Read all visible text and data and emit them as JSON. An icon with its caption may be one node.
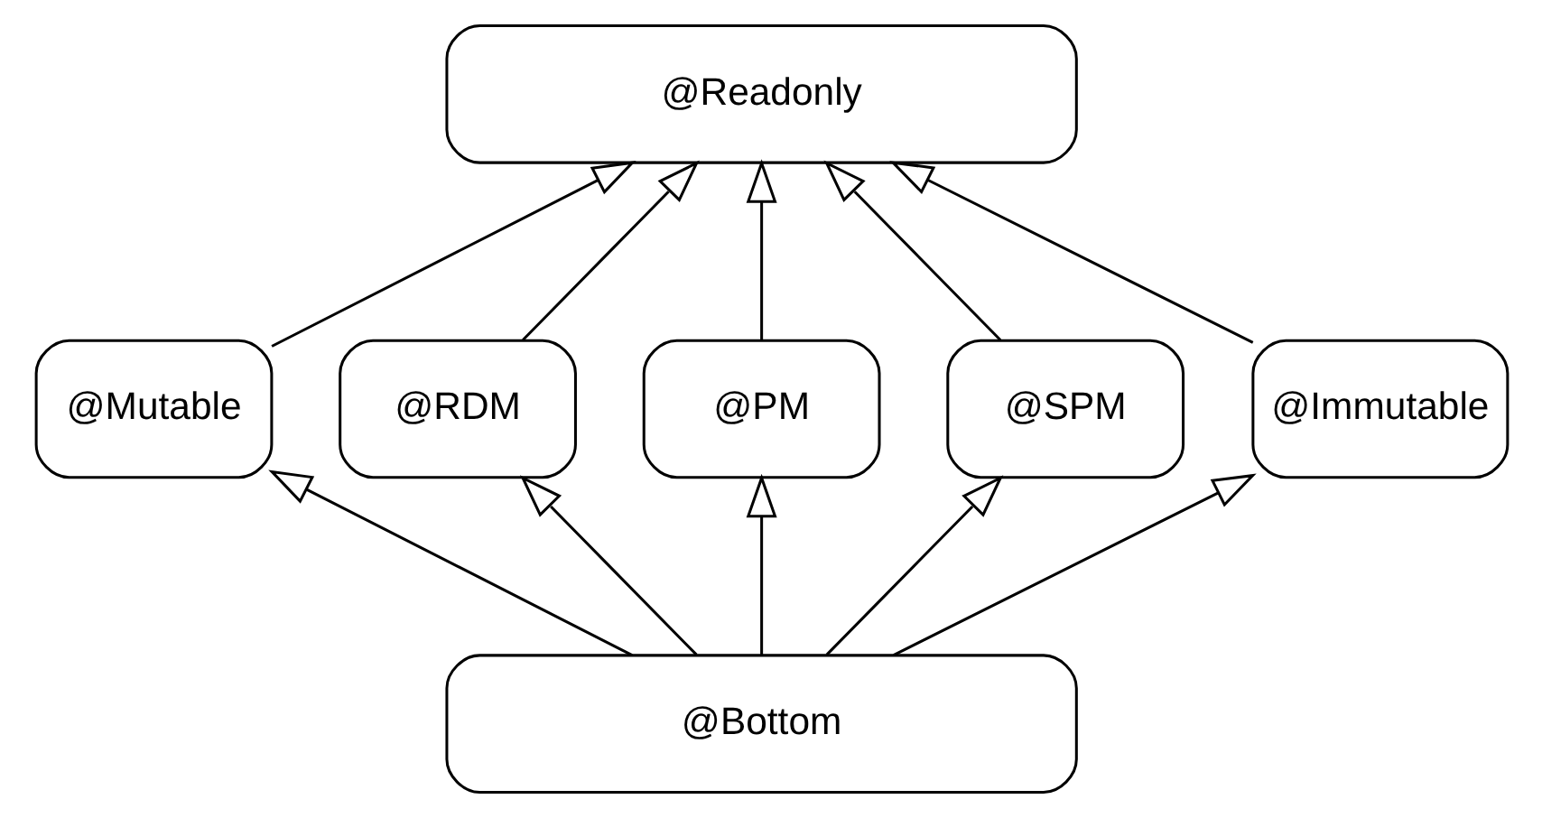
{
  "diagram": {
    "nodes": [
      {
        "text": [
          "@Readonly"
        ]
      },
      {
        "text": [
          "@Mutable"
        ]
      },
      {
        "text": [
          "@RDM"
        ]
      },
      {
        "text": [
          "@PM"
        ]
      },
      {
        "text": [
          "@SPM"
        ]
      },
      {
        "text": [
          "@Immutable"
        ]
      },
      {
        "text": [
          "@Bottom"
        ]
      }
    ],
    "edges": [
      {
        "from": 1,
        "to": 0,
        "arrow": "to"
      },
      {
        "from": 2,
        "to": 0,
        "arrow": "to"
      },
      {
        "from": 3,
        "to": 0,
        "arrow": "to"
      },
      {
        "from": 4,
        "to": 0,
        "arrow": "to"
      },
      {
        "from": 5,
        "to": 0,
        "arrow": "to"
      },
      {
        "from": 6,
        "to": 1,
        "arrow": "to"
      },
      {
        "from": 6,
        "to": 2,
        "arrow": "to"
      },
      {
        "from": 6,
        "to": 3,
        "arrow": "to"
      },
      {
        "from": 6,
        "to": 4,
        "arrow": "to"
      },
      {
        "from": 6,
        "to": 5,
        "arrow": "to"
      }
    ]
  }
}
